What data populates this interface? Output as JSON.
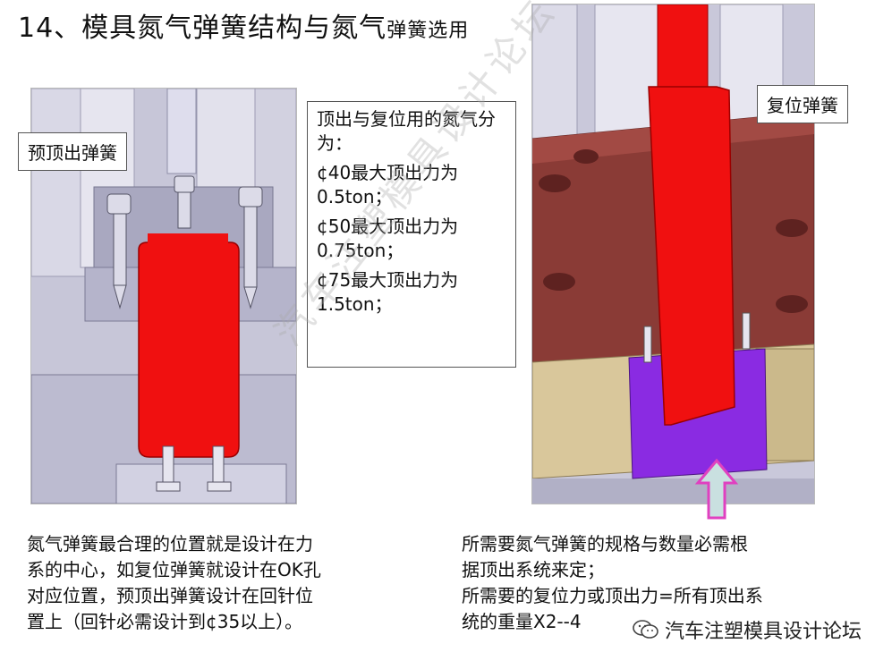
{
  "title": {
    "main": "14、模具氮气弹簧结构与氮气",
    "sub": "弹簧选用"
  },
  "left_figure": {
    "callout": "预顶出弹簧"
  },
  "right_figure": {
    "callout": "复位弹簧"
  },
  "spec_box": {
    "intro": "顶出与复位用的氮气分为：",
    "items": [
      {
        "line1": "¢40最大顶出力为",
        "line2": "0.5ton；"
      },
      {
        "line1": "¢50最大顶出力为",
        "line2": "0.75ton；"
      },
      {
        "line1": "¢75最大顶出力为",
        "line2": "1.5ton；"
      }
    ]
  },
  "bottom_left": {
    "lines": [
      "氮气弹簧最合理的位置就是设计在力",
      "系的中心，如复位弹簧就设计在OK孔",
      "对应位置，预顶出弹簧设计在回针位",
      "置上（回针必需设计到¢35以上）。"
    ]
  },
  "bottom_right": {
    "lines": [
      "所需要氮气弹簧的规格与数量必需根",
      "据顶出系统来定；",
      "所需要的复位力或顶出力=所有顶出系",
      "统的重量X2--4"
    ]
  },
  "watermark": {
    "diagonal": "汽车注塑模具设计论坛",
    "footer": "汽车注塑模具设计论坛",
    "icon": "wechat-icon"
  },
  "colors": {
    "spring_red": "#f01010",
    "purple": "#8a2be2",
    "mold_brown": "#8a3b36",
    "plate_tan": "#d9c79b",
    "arrow_pink": "#e040c0"
  }
}
